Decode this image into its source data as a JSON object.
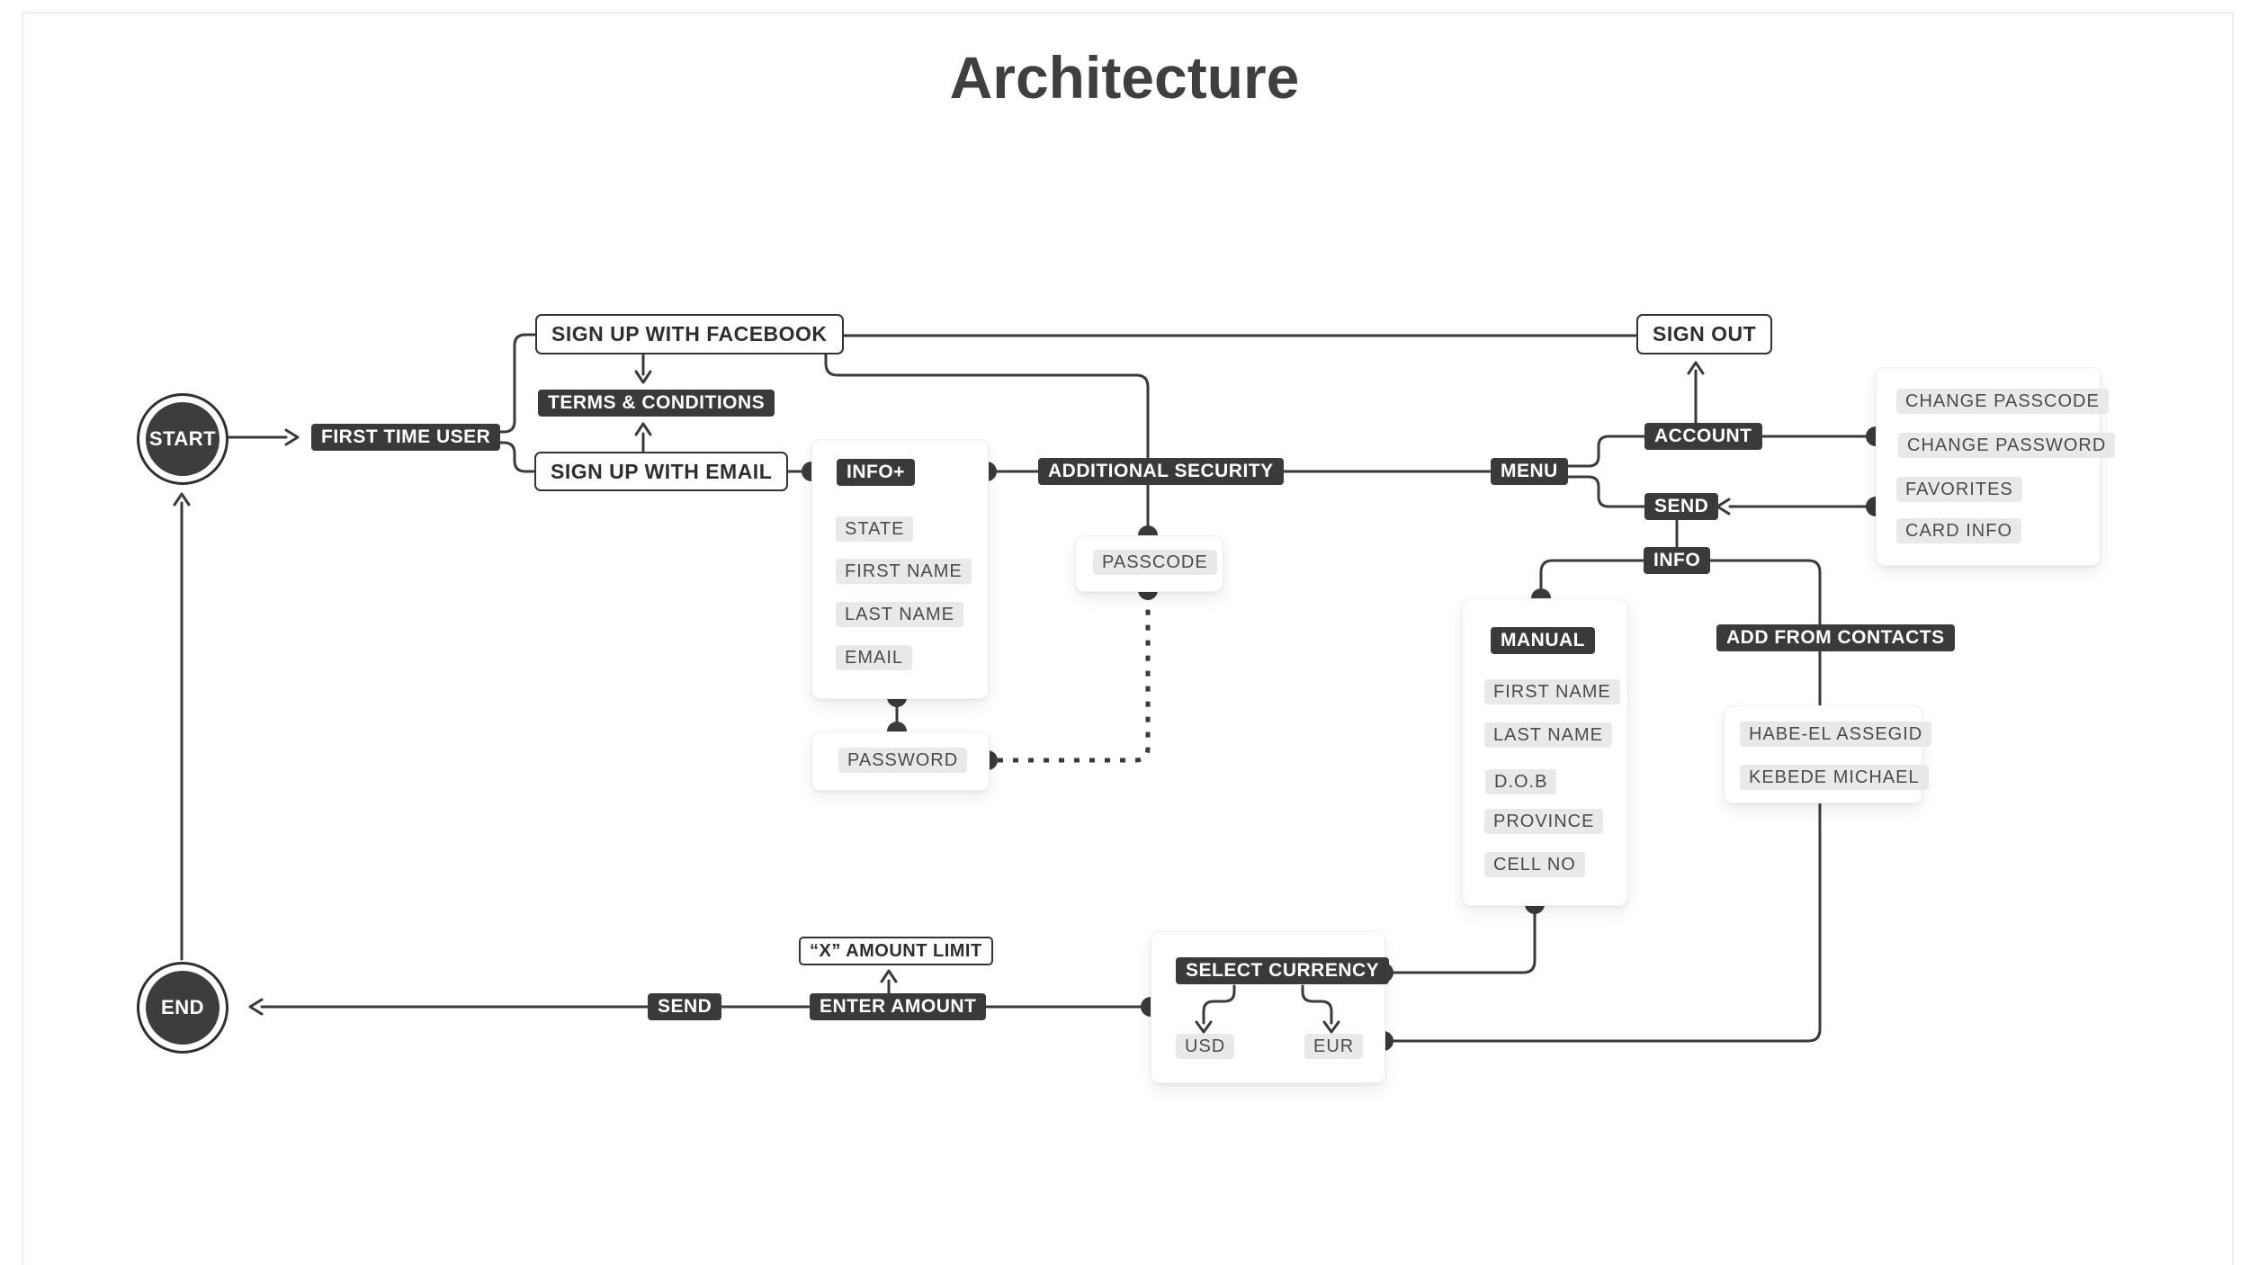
{
  "title": "Architecture",
  "colors": {
    "ink": "#3a3a3a",
    "chip_bg": "#e9e9e9",
    "chip_text": "#4b4b4b",
    "card_bg": "#ffffff"
  },
  "nodes": {
    "start": "START",
    "end": "END",
    "first_time_user": "FIRST TIME USER",
    "sign_up_facebook": "SIGN UP WITH FACEBOOK",
    "terms_conditions": "TERMS & CONDITIONS",
    "sign_up_email": "SIGN UP WITH EMAIL",
    "sign_out": "SIGN OUT",
    "additional_security": "ADDITIONAL SECURITY",
    "menu": "MENU",
    "account": "ACCOUNT",
    "send_menu": "SEND",
    "info": "INFO",
    "passcode": "PASSCODE",
    "password": "PASSWORD",
    "amount_limit": "“X” AMOUNT LIMIT",
    "enter_amount": "ENTER AMOUNT",
    "send_flow": "SEND",
    "add_from_contacts": "ADD FROM CONTACTS"
  },
  "info_plus": {
    "title": "INFO+",
    "fields": [
      "STATE",
      "FIRST NAME",
      "LAST NAME",
      "EMAIL"
    ]
  },
  "manual": {
    "title": "MANUAL",
    "fields": [
      "FIRST NAME",
      "LAST NAME",
      "D.O.B",
      "PROVINCE",
      "CELL NO"
    ]
  },
  "account_panel": {
    "items": [
      "CHANGE PASSCODE",
      "CHANGE PASSWORD",
      "FAVORITES",
      "CARD INFO"
    ]
  },
  "contacts": {
    "items": [
      "HABE-EL ASSEGID",
      "KEBEDE MICHAEL"
    ]
  },
  "currency": {
    "title": "SELECT CURRENCY",
    "options": [
      "USD",
      "EUR"
    ]
  }
}
